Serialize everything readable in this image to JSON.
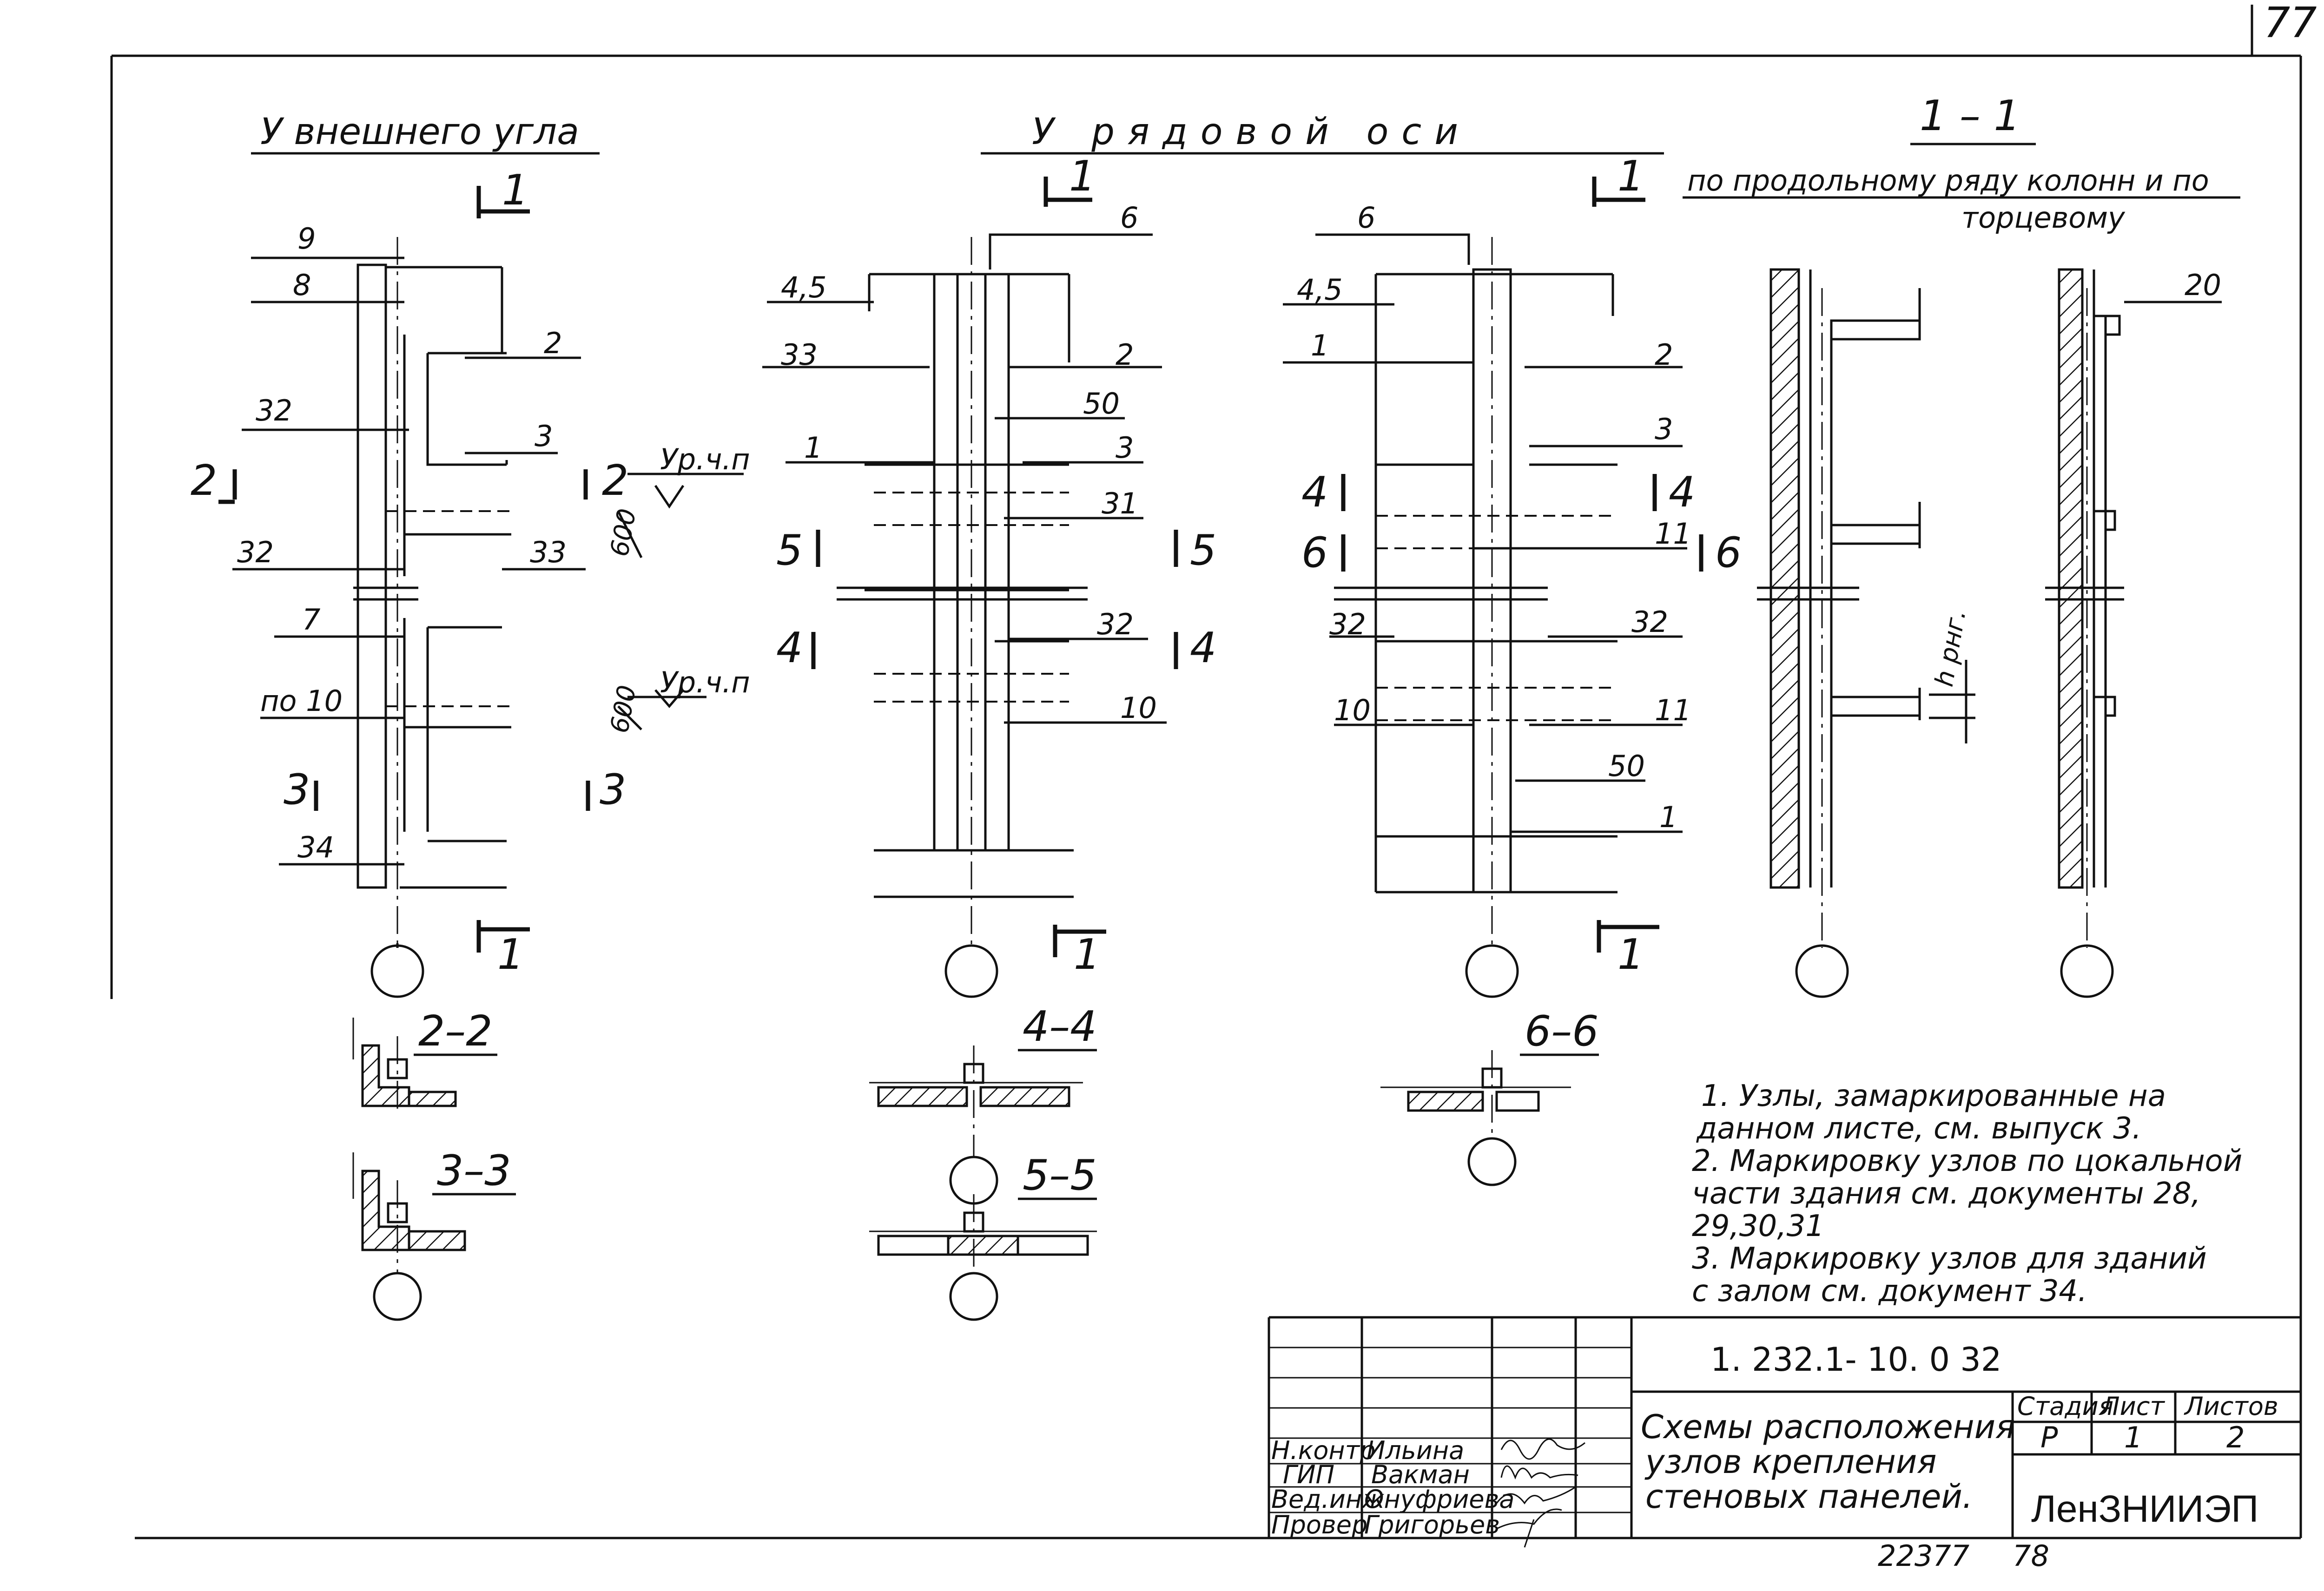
{
  "sheet": {
    "sheet_corner_number": "77",
    "archive_number": "22377",
    "page_number": "78"
  },
  "headers": {
    "outer_corner": "У внешнего угла",
    "row_axis": "У рядовой оси",
    "section_1_1": "1 – 1",
    "section_note_line1": "по продольному ряду колонн и по",
    "section_note_line2": "торцевому"
  },
  "outer_corner_labels": [
    "9",
    "8",
    "2",
    "32",
    "3",
    "32",
    "33",
    "7",
    "по 10",
    "34"
  ],
  "outer_corner_cuts": [
    "1",
    "1",
    "2",
    "2",
    "3",
    "3"
  ],
  "level_marks": [
    "Ур.ч.п",
    "Ур.ч.п",
    "600",
    "600"
  ],
  "row_axis_a_labels": [
    "6",
    "4,5",
    "33",
    "2",
    "50",
    "1",
    "3",
    "31",
    "32",
    "10"
  ],
  "row_axis_a_cuts": [
    "1",
    "1",
    "5",
    "5",
    "4",
    "4"
  ],
  "row_axis_b_labels": [
    "6",
    "4,5",
    "1",
    "2",
    "3",
    "11",
    "32",
    "32",
    "10",
    "11",
    "50",
    "1"
  ],
  "row_axis_b_cuts": [
    "1",
    "1",
    "4",
    "4",
    "6",
    "6"
  ],
  "section_right_labels": [
    "20",
    "h рнг."
  ],
  "detail_sections": [
    "2–2",
    "3–3",
    "4–4",
    "5–5",
    "6–6"
  ],
  "notes": [
    "1. Узлы, замаркированные на",
    "данном листе, см. выпуск 3.",
    "2. Маркировку узлов по цокальной",
    "части здания см. документы 28,",
    "29,30,31",
    "3. Маркировку узлов для зданий",
    "с залом см. документ 34."
  ],
  "title_block": {
    "document_code": "1. 232.1- 10. 0 32",
    "title_line1": "Схемы расположения",
    "title_line2": "узлов крепления",
    "title_line3": "стеновых панелей.",
    "stage_label": "Стадия",
    "sheet_label": "Лист",
    "sheets_label": "Листов",
    "stage_value": "Р",
    "sheet_value": "1",
    "sheets_value": "2",
    "organization": "ЛенЗНИИЭП",
    "roles": [
      {
        "role": "Н.контр",
        "name": "Ильина"
      },
      {
        "role": "ГИП",
        "name": "Вакман"
      },
      {
        "role": "Вед.инж",
        "name": "Онуфриева"
      },
      {
        "role": "Провер",
        "name": "Григорьев"
      }
    ]
  }
}
